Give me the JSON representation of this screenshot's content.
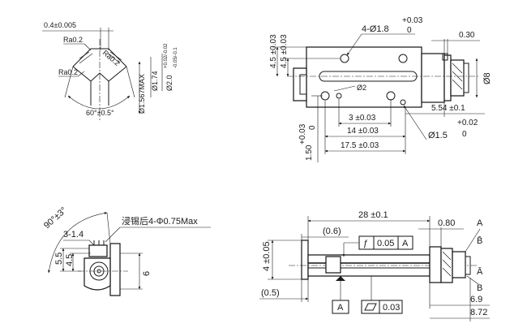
{
  "tip_detail": {
    "width_dim": "0.4±0.005",
    "ra_left_top": "Ra0.2",
    "ra_right": "Ra0.2",
    "ra_left_bottom": "Ra0.2",
    "tip_dia": "Ø1.567MAX",
    "inner_dia": "Ø1.74",
    "inner_dia_tol": "+0.02/-0.02",
    "outer_dia": "Ø2.0",
    "outer_dia_tol": "-0.05/-0.1",
    "cone_angle": "60°±0.5°"
  },
  "top_view": {
    "holes_label": "4-Ø1.8",
    "holes_tol_upper": "+0.03",
    "holes_tol_lower": "0",
    "dim_4_5_a": "4.5 ±0.03",
    "dim_4_5_b": "4.5 ±0.03",
    "dim_0_30": "0.30",
    "dim_dia_8": "Ø8",
    "slot_label": "Ø2",
    "dim_3": "3 ±0.03",
    "dim_5_54": "5.54 ±0.1",
    "dim_14": "14 ±0.03",
    "dim_17_5": "17.5 ±0.03",
    "pin_label": "Ø1.5",
    "pin_tol_upper": "+0.02",
    "pin_tol_lower": "0",
    "dim_0_03_tol": "+0.03",
    "dim_0_03_base": "0",
    "dim_1_50": "1.50"
  },
  "end_view": {
    "angle": "90°±3°",
    "dim_3_1_4": "3-1.4",
    "tin_note": "浸锡后4-Φ0.75Max",
    "dim_5_5": "5.5",
    "dim_4_5": "4.5",
    "dim_6": "6"
  },
  "side_view": {
    "dim_28": "28 ±0.1",
    "ref_0_6": "(0.6)",
    "dim_0_80": "0.80",
    "tol_symbol": "ƒ",
    "tol_value": "0.05",
    "tol_datum": "A",
    "dim_4": "4 ±0.05",
    "ref_0_5": "(0.5)",
    "datum_a_box": "A",
    "flat_value": "0.03",
    "label_A_top": "A",
    "label_B_top": "B̄",
    "label_A_mid": "Ā",
    "label_B_bot": "B",
    "dim_6_9": "6.9",
    "dim_8_72": "8.72"
  }
}
